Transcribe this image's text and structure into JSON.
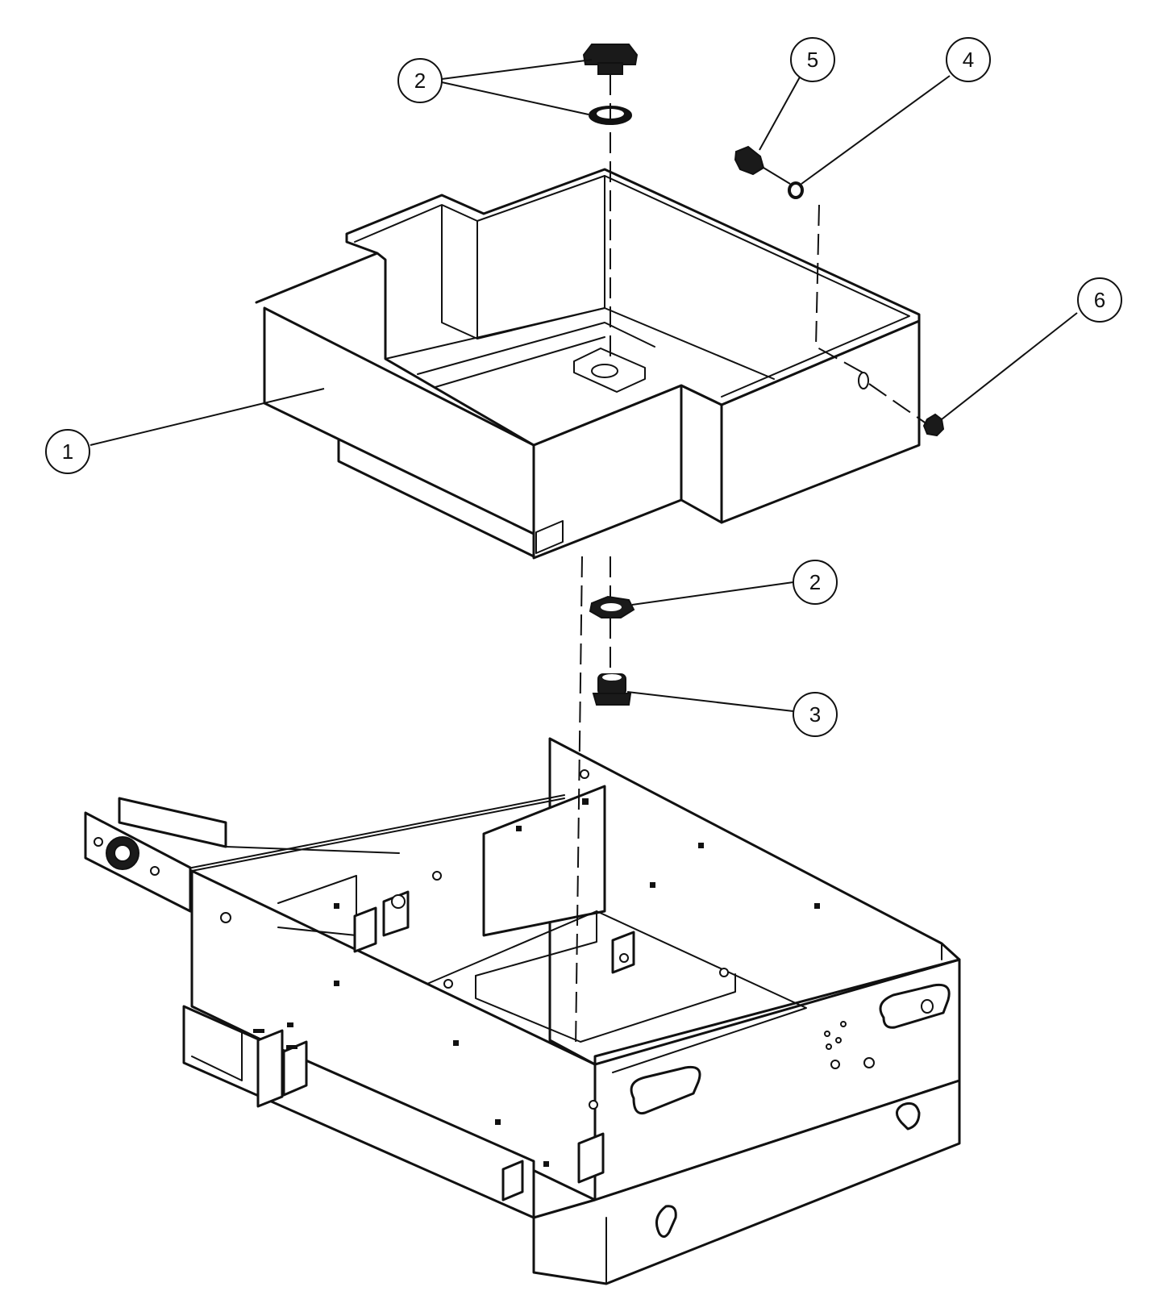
{
  "callouts": [
    {
      "id": "c1",
      "number": "1"
    },
    {
      "id": "c2a",
      "number": "2"
    },
    {
      "id": "c2b",
      "number": "2"
    },
    {
      "id": "c3",
      "number": "3"
    },
    {
      "id": "c4",
      "number": "4"
    },
    {
      "id": "c5",
      "number": "5"
    },
    {
      "id": "c6",
      "number": "6"
    }
  ]
}
